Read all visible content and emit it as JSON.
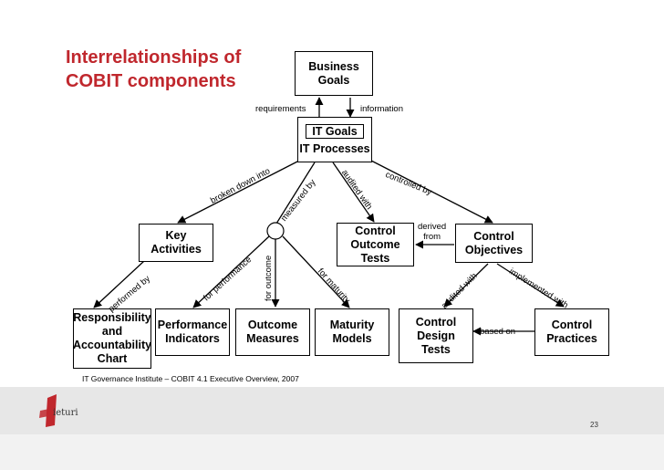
{
  "title": {
    "line1": "Interrelationships of",
    "line2": "COBIT components"
  },
  "boxes": {
    "business_goals": "Business\nGoals",
    "it_goals": "IT Goals",
    "it_processes": "IT Processes",
    "key_activities": "Key\nActivities",
    "control_outcome_tests": "Control\nOutcome\nTests",
    "control_objectives": "Control\nObjectives",
    "responsibility_chart": "Responsibility\nand\nAccountability\nChart",
    "performance_indicators": "Performance\nIndicators",
    "outcome_measures": "Outcome\nMeasures",
    "maturity_models": "Maturity\nModels",
    "control_design_tests": "Control\nDesign\nTests",
    "control_practices": "Control\nPractices"
  },
  "labels": {
    "requirements": "requirements",
    "information": "information",
    "broken_down_into": "broken down into",
    "measured_by": "measured by",
    "audited_with_1": "audited with",
    "controlled_by": "controlled by",
    "derived_from": "derived\nfrom",
    "performed_by": "performed by",
    "for_performance": "for performance",
    "for_outcome": "for outcome",
    "for_maturity": "for maturity",
    "audited_with_2": "audited with",
    "implemented_with": "implemented with",
    "based_on": "based on"
  },
  "footer": {
    "source": "IT Governance Institute – COBIT 4.1 Executive Overview, 2007",
    "logo": "ieturi",
    "page": "23"
  },
  "colors": {
    "title": "#c0272d",
    "band": "#e7e7e7"
  }
}
